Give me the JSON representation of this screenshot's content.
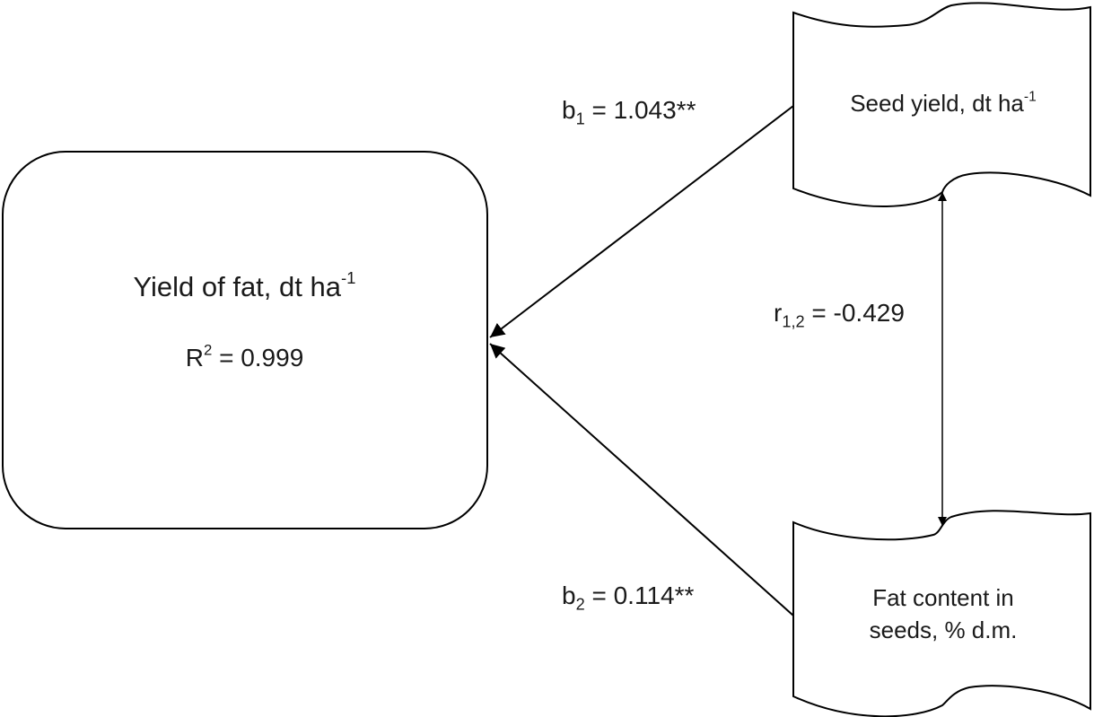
{
  "outcome_node": {
    "title": "Yield of fat, dt ha",
    "title_sup": "-1",
    "r2_prefix": "R",
    "r2_sup": "2",
    "r2_value": " = 0.999"
  },
  "predictor_1": {
    "label": "Seed yield, dt ha",
    "label_sup": "-1"
  },
  "predictor_2": {
    "line1": "Fat content in",
    "line2": "seeds, % d.m."
  },
  "path_b1": {
    "symbol": "b",
    "sub": "1",
    "value": " = 1.043**"
  },
  "path_b2": {
    "symbol": "b",
    "sub": "2",
    "value": " = 0.114**"
  },
  "correlation": {
    "symbol": "r",
    "sub": "1,2",
    "value": " = -0.429"
  },
  "colors": {
    "stroke": "#000000",
    "text": "#1a1a1a",
    "background": "#ffffff"
  }
}
